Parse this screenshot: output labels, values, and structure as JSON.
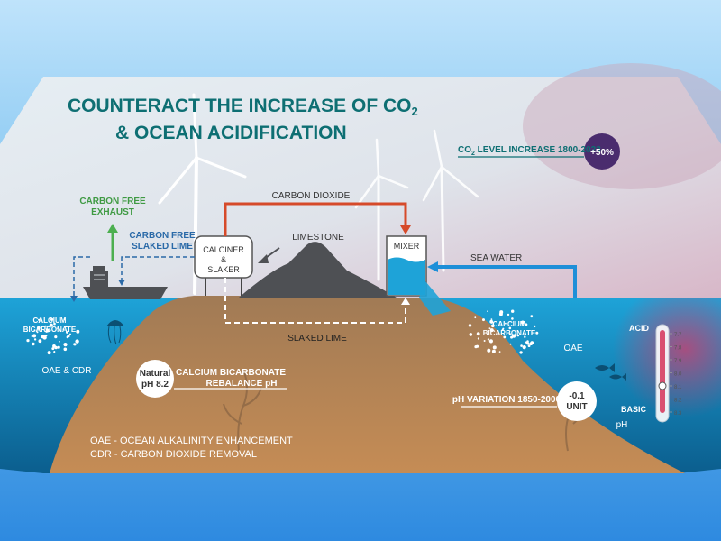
{
  "title": {
    "line1": "COUNTERACT THE INCREASE OF CO",
    "line1_sub": "2",
    "line2": "& OCEAN ACIDIFICATION"
  },
  "co2": {
    "label": "CO",
    "label_sub": "2",
    "label_rest": " LEVEL INCREASE 1800-2023",
    "value": "+50%"
  },
  "labels": {
    "carbon_free_exhaust_1": "CARBON FREE",
    "carbon_free_exhaust_2": "EXHAUST",
    "carbon_free_lime_1": "CARBON FREE",
    "carbon_free_lime_2": "SLAKED LIME",
    "carbon_dioxide": "CARBON DIOXIDE",
    "limestone": "LIMESTONE",
    "sea_water": "SEA WATER",
    "slaked_lime": "SLAKED LIME",
    "calciner_1": "CALCINER",
    "calciner_2": "&",
    "calciner_3": "SLAKER",
    "mixer": "MIXER",
    "calcium_bicarbonate_1": "CALCIUM",
    "calcium_bicarbonate_2": "BICARBONATE",
    "oae_cdr": "OAE & CDR",
    "oae": "OAE",
    "natural_1": "Natural",
    "natural_2": "pH 8.2",
    "rebalance_1": "CALCIUM BICARBONATE",
    "rebalance_2": "REBALANCE pH",
    "ph_variation": "pH VARIATION 1850-2000",
    "ph_unit_1": "-0.1",
    "ph_unit_2": "UNIT",
    "legend_1": "OAE - OCEAN ALKALINITY ENHANCEMENT",
    "legend_2": "CDR - CARBON DIOXIDE REMOVAL"
  },
  "thermometer": {
    "acid": "ACID",
    "basic": "BASIC",
    "ph": "pH",
    "scale": [
      "7.7",
      "7.8",
      "7.9",
      "8.0",
      "8.1",
      "8.2",
      "8.3"
    ]
  },
  "colors": {
    "title": "#0e6f73",
    "co2_arrow": "#d64a2a",
    "sea_water_arrow": "#1e8fd8",
    "exhaust": "#4caf50",
    "sea": "#1790c9",
    "land": "#9c7650"
  }
}
